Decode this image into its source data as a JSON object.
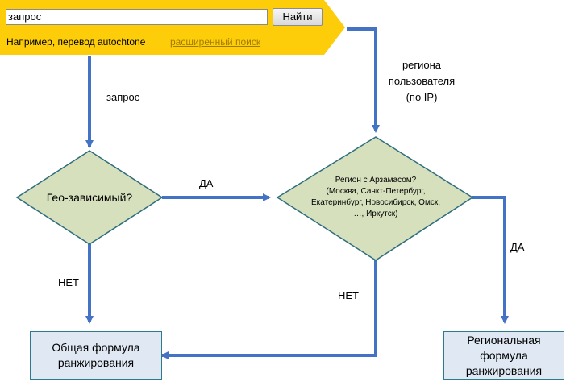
{
  "search": {
    "input_value": "запрос",
    "button_label": "Найти",
    "example_prefix": "Например,",
    "example_link": "перевод autochtone",
    "advanced_link": "расширенный поиск"
  },
  "labels": {
    "query": "запрос",
    "user_region_1": "региона",
    "user_region_2": "пользователя",
    "user_region_3": "(по IP)",
    "yes_1": "ДА",
    "no_1": "НЕТ",
    "yes_2": "ДА",
    "no_2": "НЕТ"
  },
  "decisions": {
    "geo": "Гео-зависимый?",
    "region_1": "Регион с Арзамасом?",
    "region_2": "(Москва, Санкт-Петербург,",
    "region_3": "Екатеринбург, Новосибирск, Омск,",
    "region_4": "…, Иркутск)"
  },
  "boxes": {
    "general_1": "Общая формула",
    "general_2": "ранжирования",
    "regional_1": "Региональная",
    "regional_2": "формула",
    "regional_3": "ранжирования"
  },
  "colors": {
    "banner": "#fecd0a",
    "diamond_fill": "#d7e0bd",
    "diamond_stroke": "#2e6e7e",
    "arrow": "#4472c4",
    "box_fill": "#dfe8f3"
  }
}
